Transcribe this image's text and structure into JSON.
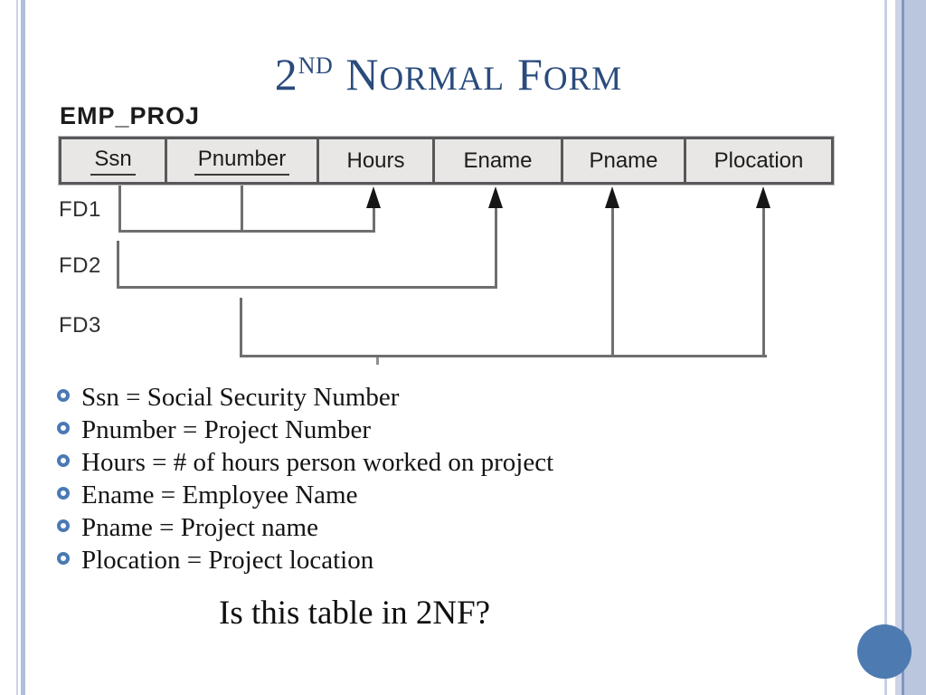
{
  "title": {
    "num": "2",
    "sup": "ND",
    "word1_initial": "N",
    "word1_rest": "ORMAL",
    "word2_initial": "F",
    "word2_rest": "ORM"
  },
  "diagram": {
    "relation_name": "EMP_PROJ",
    "columns": [
      {
        "label": "Ssn",
        "primary_key": true
      },
      {
        "label": "Pnumber",
        "primary_key": true
      },
      {
        "label": "Hours",
        "primary_key": false
      },
      {
        "label": "Ename",
        "primary_key": false
      },
      {
        "label": "Pname",
        "primary_key": false
      },
      {
        "label": "Plocation",
        "primary_key": false
      }
    ],
    "fds": [
      {
        "label": "FD1",
        "determinant": [
          "Ssn",
          "Pnumber"
        ],
        "dependents": [
          "Hours"
        ]
      },
      {
        "label": "FD2",
        "determinant": [
          "Ssn"
        ],
        "dependents": [
          "Ename"
        ]
      },
      {
        "label": "FD3",
        "determinant": [
          "Pnumber"
        ],
        "dependents": [
          "Pname",
          "Plocation"
        ]
      }
    ]
  },
  "bullets": [
    "Ssn = Social Security Number",
    "Pnumber = Project Number",
    "Hours = # of hours person worked on project",
    "Ename = Employee Name",
    "Pname = Project name",
    "Plocation = Project location"
  ],
  "question": "Is this table in 2NF?",
  "colors": {
    "title_blue": "#2a4b7c",
    "accent_circle": "#4d7ab0",
    "bullet_ring": "#4a7ab5",
    "edge_light_blue": "#aebddc",
    "edge_dark_blue": "#8195c2",
    "table_fill": "#e8e7e5",
    "table_border": "#58585a",
    "fd_line_gray": "#6f6f71"
  }
}
